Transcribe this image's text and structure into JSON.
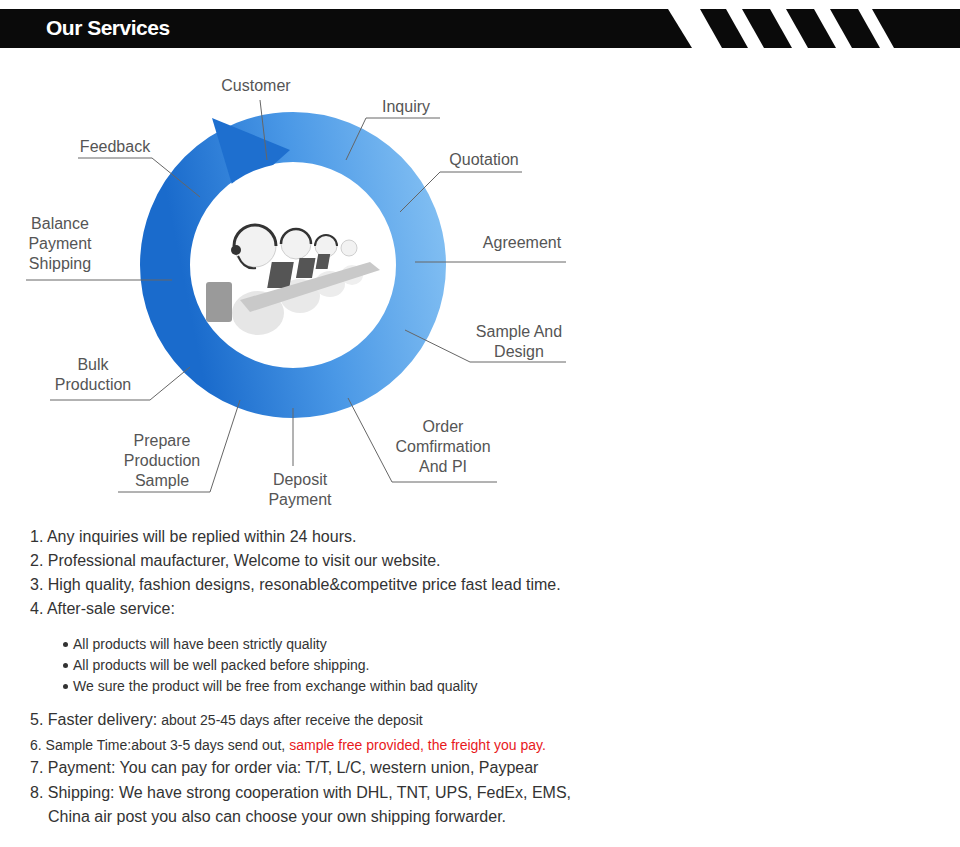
{
  "diagram": {
    "title": "Our Services",
    "labels": [
      "Customer",
      "Inquiry",
      "Quotation",
      "Agreement",
      "Sample And Design",
      "Order Comfirmation And PI",
      "Deposit Payment",
      "Prepare Production Sample",
      "Bulk Production",
      "Balance Payment Shipping",
      "Feedback",
      "1. Any inquiries will be replied within 24 hours.",
      "2. Professional maufacturer, Welcome to visit our website.",
      "3. High quality, fashion designs, resonable&competitve price fast lead time.",
      "4. After-sale service:",
      "All products will have been strictly quality",
      "All products will be well packed before shipping.",
      "We sure the product will be free from exchange within bad quality",
      "5. Faster delivery:",
      "about 25-45 days after receive the deposit",
      "6. Sample Time:about 3-5 days send out,",
      "sample free provided, the freight you pay.",
      "7. Payment: You can pay for order via: T/T, L/C, western union, Paypear",
      "8. Shipping: We have strong cooperation with DHL, TNT, UPS, FedEx, EMS, China air post you also can choose your own shipping forwarder."
    ]
  }
}
